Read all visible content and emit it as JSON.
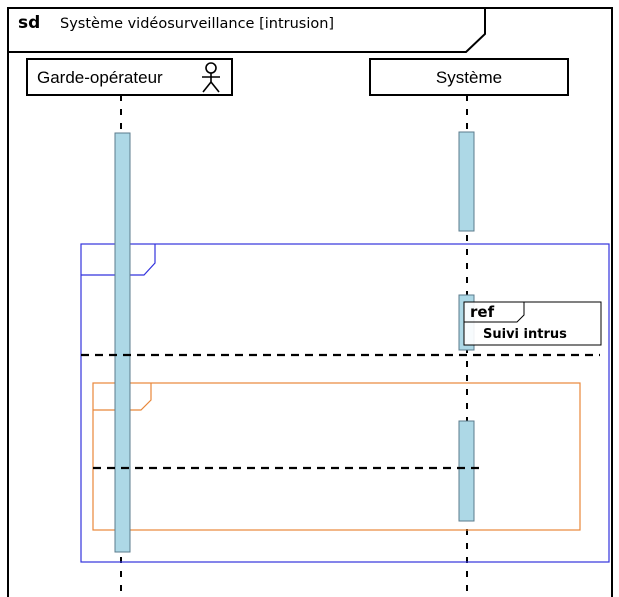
{
  "frame": {
    "keyword": "sd",
    "title": "Système vidéosurveillance [intrusion]"
  },
  "lifelines": [
    {
      "name": "Garde-opérateur",
      "actor_icon": "stick-figure-icon"
    },
    {
      "name": "Système"
    }
  ],
  "ref": {
    "keyword": "ref",
    "name": "Suivi intrus"
  },
  "colors": {
    "activation_fill": "#add8e6",
    "activation_stroke": "#5b7b8c",
    "outer_fragment": "#3333dd",
    "inner_fragment": "#e8873a",
    "frame_stroke": "#000000"
  }
}
